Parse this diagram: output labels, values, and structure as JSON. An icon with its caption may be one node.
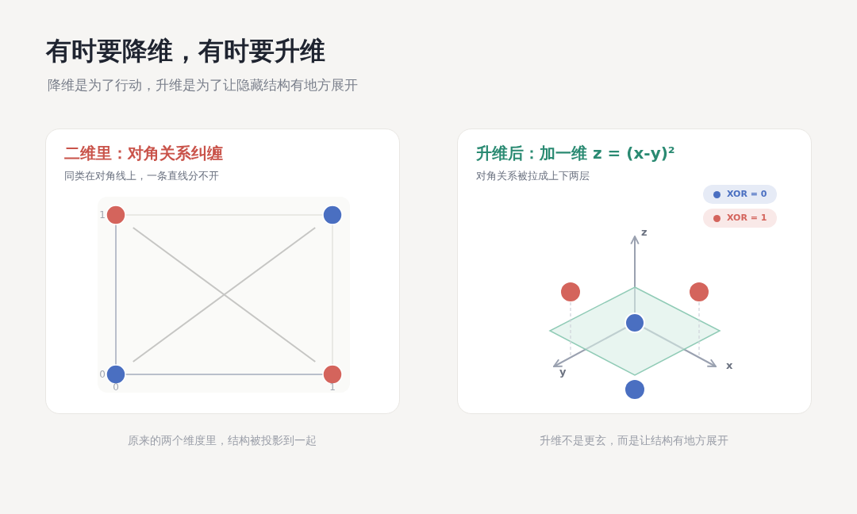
{
  "diagram": {
    "title": "有时要降维，有时要升维",
    "nodes": [
      {
        "text": [
          "二维里：对角关系纠缠",
          "同类在对角线上，一条直线分不开"
        ],
        "beside": [
          "原来的两个维度里，结构被投影到一起"
        ]
      },
      {
        "text": [
          "升维后：加一维 z = (x-y)²",
          "对角关系被拉成上下两层"
        ],
        "beside": [
          "升维不是更玄，而是让结构有地方展开"
        ]
      }
    ],
    "labels": [
      "降维是为了行动，升维是为了让隐藏结构有地方展开",
      "z",
      "y",
      "x"
    ],
    "legend": [
      {
        "text": "XOR = 0",
        "color": "#4a6fc1"
      },
      {
        "text": "XOR = 1",
        "color": "#d4645c"
      }
    ],
    "chart_data": {
      "type": "scatter",
      "x": [
        0,
        1
      ],
      "xlim": [
        0,
        1
      ],
      "ylim": [
        0,
        1
      ],
      "xticks": [
        0,
        1
      ],
      "yticks": [
        0,
        1
      ],
      "series": [
        {
          "color": "#4a6fc1",
          "values": [
            0,
            1
          ]
        },
        {
          "color": "#d4645c",
          "values": [
            1,
            0
          ]
        }
      ]
    }
  }
}
